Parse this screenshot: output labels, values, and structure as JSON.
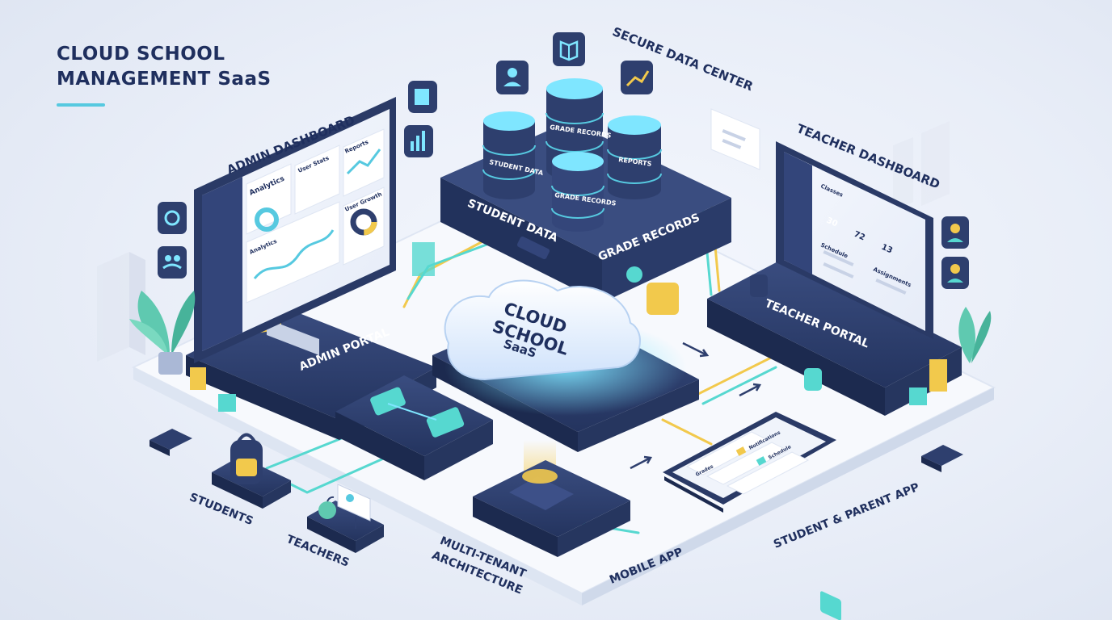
{
  "title": {
    "line1": "CLOUD SCHOOL",
    "line2": "MANAGEMENT SaaS"
  },
  "colors": {
    "navy": "#2e3f6e",
    "navy_dark": "#22325c",
    "accent_teal": "#56d8d0",
    "accent_cyan": "#7fe6ff",
    "accent_yellow": "#f2c94c",
    "platform": "#f7f9fd"
  },
  "labels": {
    "admin_dashboard": "ADMIN DASHBOARD",
    "secure_data_center": "SECURE DATA CENTER",
    "teacher_dashboard": "TEACHER DASHBOARD",
    "student_data": "STUDENT DATA",
    "grade_records": "GRADE RECORDS",
    "admin_portal": "ADMIN PORTAL",
    "teacher_portal": "TEACHER PORTAL",
    "students": "STUDENTS",
    "teachers": "TEACHERS",
    "multi_tenant_line1": "MULTI-TENANT",
    "multi_tenant_line2": "ARCHITECTURE",
    "mobile_app": "MOBILE APP",
    "student_parent_app": "STUDENT & PARENT APP"
  },
  "cloud": {
    "line1": "CLOUD",
    "line2": "SCHOOL",
    "line3": "SaaS"
  },
  "databases": {
    "student_data": "STUDENT DATA",
    "grade_records_top": "GRADE RECORDS",
    "reports": "REPORTS",
    "grade_records_front": "GRADE RECORDS"
  },
  "admin_screen": {
    "analytics": "Analytics",
    "analytics_2": "Analytics",
    "user_stats": "User Stats",
    "user_growth": "User Growth",
    "reports": "Reports"
  },
  "teacher_screen": {
    "classes": "Classes",
    "schedule": "Schedule",
    "assignments": "Assignments",
    "stats": [
      "30",
      "72",
      "13"
    ]
  },
  "phone": {
    "items": [
      "Notifications",
      "Schedule",
      "Grades"
    ]
  },
  "icons": [
    "book-icon",
    "user-icon",
    "chart-icon",
    "report-icon",
    "bar-chart-icon",
    "gear-icon",
    "users-icon",
    "teacher-avatar-icon",
    "student-avatar-icon",
    "backpack-icon",
    "apple-icon",
    "presentation-board-icon",
    "cloud-icon",
    "plant-icon"
  ]
}
